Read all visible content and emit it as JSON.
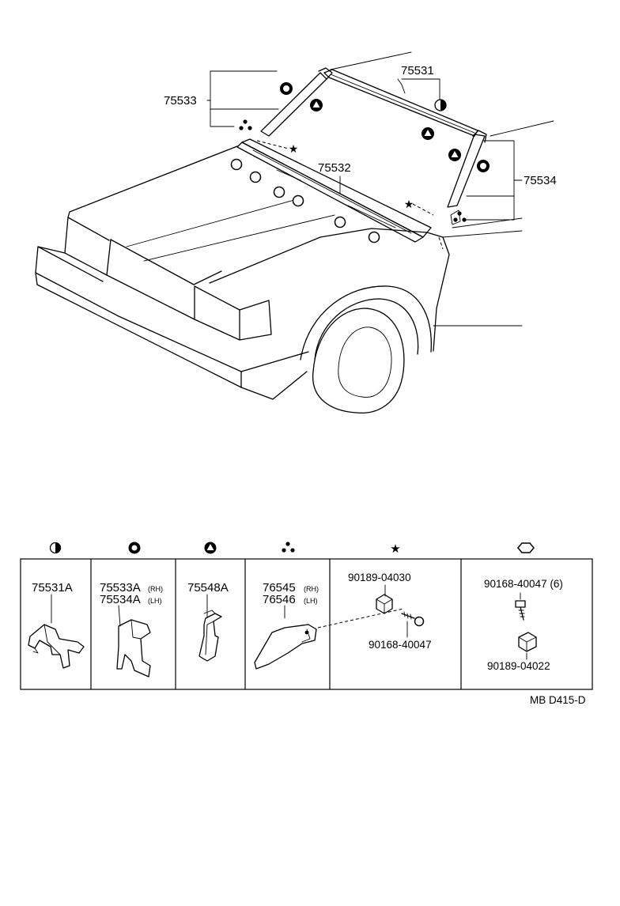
{
  "diagram": {
    "callouts": {
      "c75531": "75531",
      "c75532": "75532",
      "c75533": "75533",
      "c75534": "75534"
    },
    "parts_table": [
      {
        "symbol": "half-circle-icon",
        "lines": [
          "75531A"
        ]
      },
      {
        "symbol": "ring-icon",
        "lines": [
          "75533A",
          "75534A"
        ],
        "subs": [
          "(RH)",
          "(LH)"
        ]
      },
      {
        "symbol": "triangle-circle-icon",
        "lines": [
          "75548A"
        ]
      },
      {
        "symbol": "three-dot-icon",
        "lines": [
          "76545",
          "76546"
        ],
        "subs": [
          "(RH)",
          "(LH)"
        ]
      },
      {
        "symbol": "star-icon",
        "lines": [
          "90189-04030",
          "90168-40047"
        ]
      },
      {
        "symbol": "hexagon-icon",
        "lines": [
          "90168-40047 (6)",
          "90189-04022"
        ]
      }
    ],
    "figure_code": "MB D415-D"
  }
}
